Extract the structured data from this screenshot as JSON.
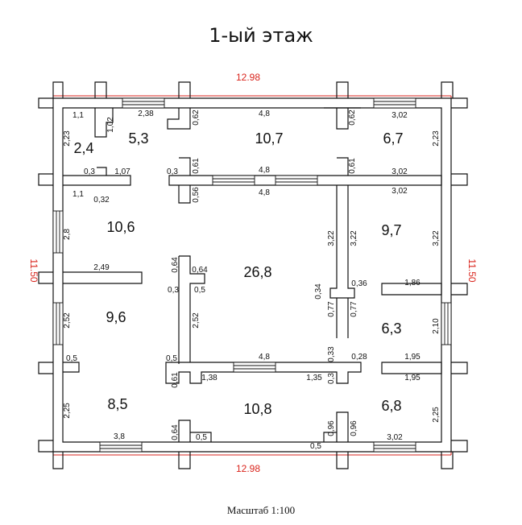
{
  "title": "1-ый этаж",
  "scale_label": "Масштаб 1:100",
  "colors": {
    "wall": "#111111",
    "outer_dimension": "#d9241c",
    "text": "#111111"
  },
  "overall_dimensions": {
    "top": "12.98",
    "bottom": "12.98",
    "left": "11.50",
    "right": "11.50"
  },
  "room_areas": [
    "2,4",
    "5,3",
    "10,7",
    "6,7",
    "10,6",
    "9,7",
    "26,8",
    "9,6",
    "6,3",
    "8,5",
    "10,8",
    "6,8"
  ],
  "dimensions": [
    "1,1",
    "2,23",
    "1,02",
    "2,38",
    "0,62",
    "4,8",
    "0,62",
    "3,02",
    "2,23",
    "0,3",
    "1,07",
    "0,3",
    "0,61",
    "4,8",
    "0,61",
    "3,02",
    "1,1",
    "0,32",
    "0,56",
    "4,8",
    "3,02",
    "2,8",
    "3,22",
    "3,22",
    "3,22",
    "2,49",
    "0,64",
    "0,64",
    "0,3",
    "0,5",
    "0,34",
    "0,36",
    "1,86",
    "0,77",
    "0,77",
    "2,52",
    "2,52",
    "2,10",
    "0,5",
    "0,5",
    "4,8",
    "0,33",
    "0,28",
    "1,95",
    "0,61",
    "1,38",
    "1,35",
    "0,3",
    "1,95",
    "2,25",
    "0,96",
    "0,96",
    "2,25",
    "3,8",
    "0,64",
    "0,5",
    "0,5",
    "3,02"
  ]
}
